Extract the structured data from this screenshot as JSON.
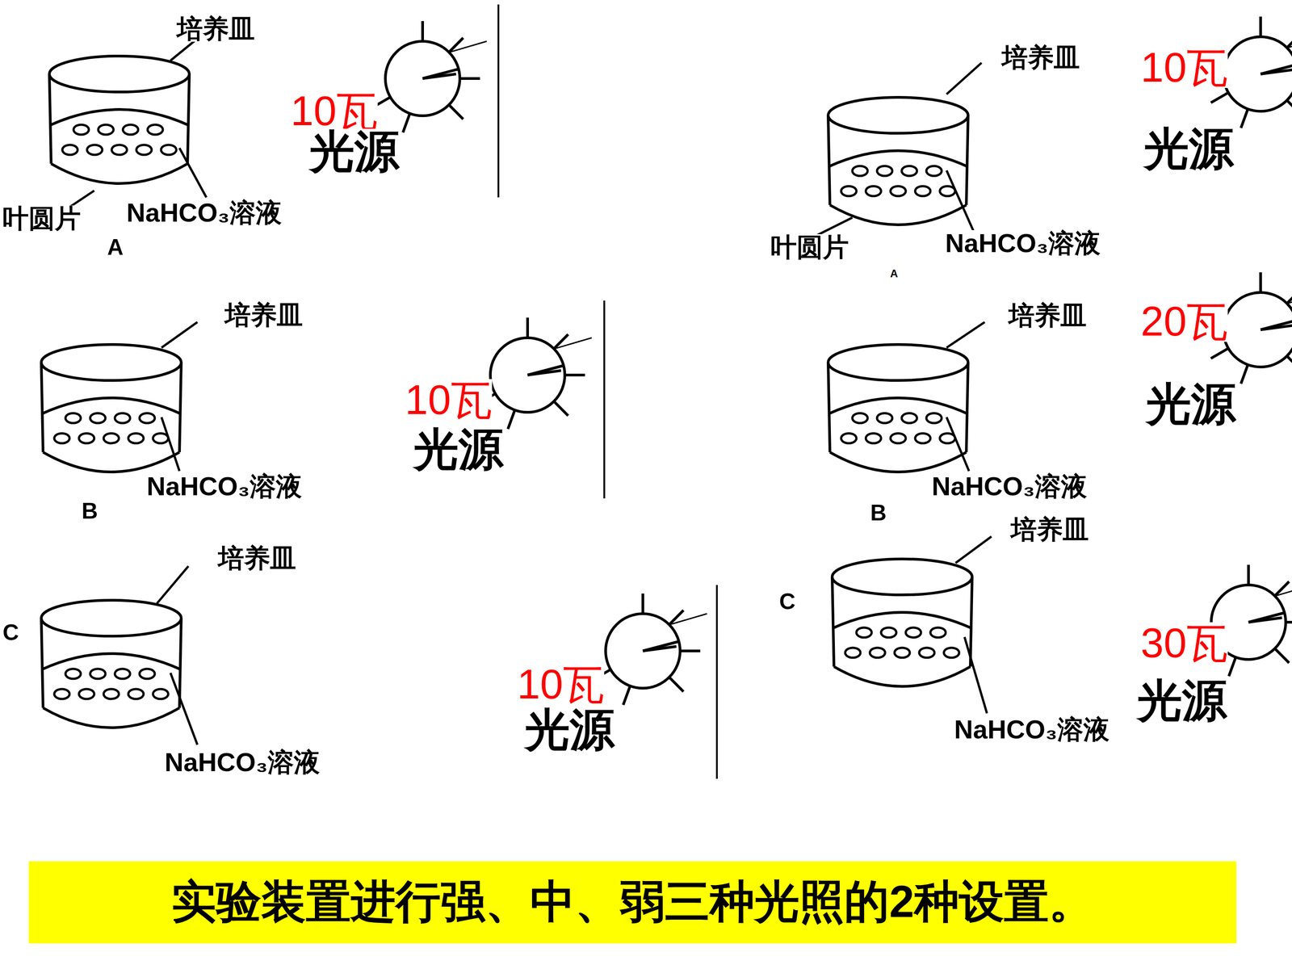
{
  "diagram": {
    "nodes": [
      {
        "text": [
          "实验装置进行强、中、弱三种光照的2种设置。"
        ]
      }
    ],
    "labels": [
      "培养皿",
      "叶圆片",
      "NaHCO₃溶液",
      "A",
      "10瓦",
      "光源",
      "培养皿",
      "叶圆片",
      "NaHCO₃溶液",
      "A",
      "10瓦",
      "光源",
      "培养皿",
      "NaHCO₃溶液",
      "B",
      "10瓦",
      "光源",
      "培养皿",
      "NaHCO₃溶液",
      "B",
      "20瓦",
      "光源",
      "培养皿",
      "NaHCO₃溶液",
      "C",
      "10瓦",
      "光源",
      "培养皿",
      "C",
      "NaHCO₃溶液",
      "30瓦",
      "光源"
    ]
  }
}
